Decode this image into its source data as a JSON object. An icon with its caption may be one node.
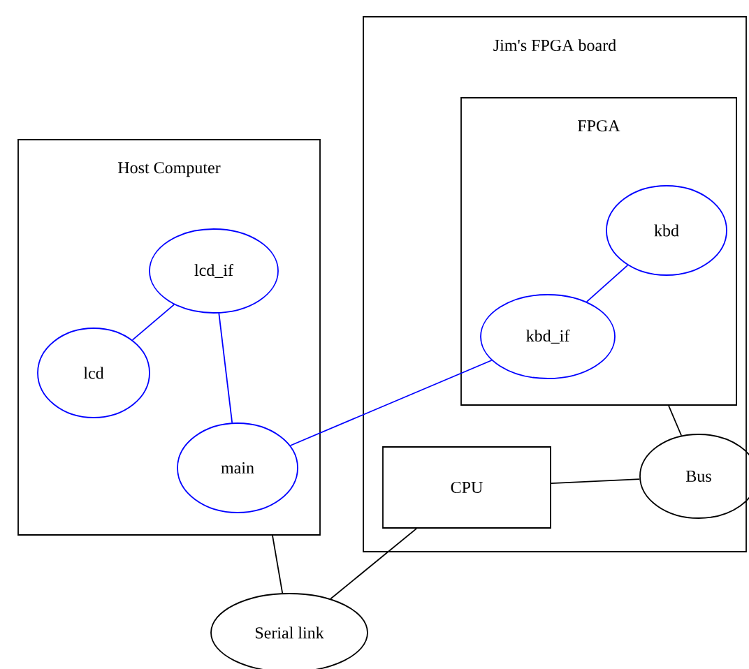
{
  "diagram": {
    "nodes": [
      {
        "text": [
          "Host Computer"
        ]
      },
      {
        "text": [
          "lcd_if"
        ],
        "in": 0
      },
      {
        "text": [
          "lcd"
        ],
        "in": 0
      },
      {
        "text": [
          "main"
        ],
        "in": 0
      },
      {
        "text": [
          "Jim's FPGA board"
        ]
      },
      {
        "text": [
          "FPGA"
        ],
        "in": 4
      },
      {
        "text": [
          "kbd"
        ],
        "in": 5
      },
      {
        "text": [
          "kbd_if"
        ],
        "in": 5
      },
      {
        "text": [
          "CPU"
        ],
        "in": 4
      },
      {
        "text": [
          "Bus"
        ]
      },
      {
        "text": [
          "Serial link"
        ]
      }
    ],
    "edges": [
      {
        "from": 1,
        "to": 2,
        "arrow": "none",
        "color": "#0000ff"
      },
      {
        "from": 1,
        "to": 3,
        "arrow": "none",
        "color": "#0000ff"
      },
      {
        "from": 3,
        "to": 7,
        "arrow": "none",
        "color": "#0000ff"
      },
      {
        "from": 7,
        "to": 6,
        "arrow": "none",
        "color": "#0000ff"
      },
      {
        "from": 0,
        "to": 10,
        "arrow": "none",
        "color": "#000000"
      },
      {
        "from": 8,
        "to": 10,
        "arrow": "none",
        "color": "#000000"
      },
      {
        "from": 8,
        "to": 9,
        "arrow": "none",
        "color": "#000000"
      },
      {
        "from": 5,
        "to": 9,
        "arrow": "none",
        "color": "#000000"
      }
    ]
  }
}
